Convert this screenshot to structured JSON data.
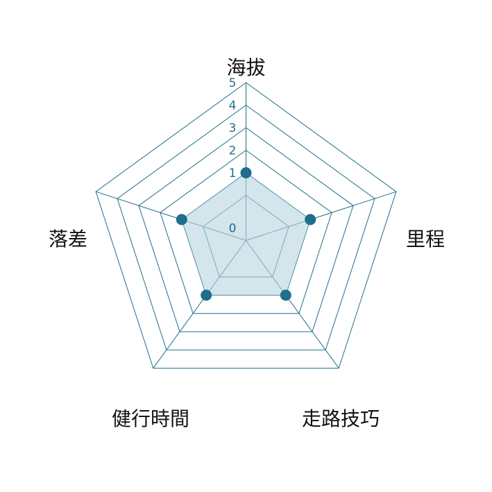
{
  "chart_data": {
    "type": "radar",
    "categories": [
      "海拔",
      "里程",
      "走路技巧",
      "健行時間",
      "落差"
    ],
    "values": [
      1,
      1,
      1,
      1,
      1
    ],
    "rmin": 0,
    "rmax": 5,
    "ticks": [
      "0",
      "1",
      "2",
      "3",
      "4",
      "5"
    ],
    "grid": true,
    "colors": {
      "grid": "#1f6e8c",
      "fill": "#b7d3df",
      "point": "#1f6e8c",
      "text": "#111111"
    }
  }
}
